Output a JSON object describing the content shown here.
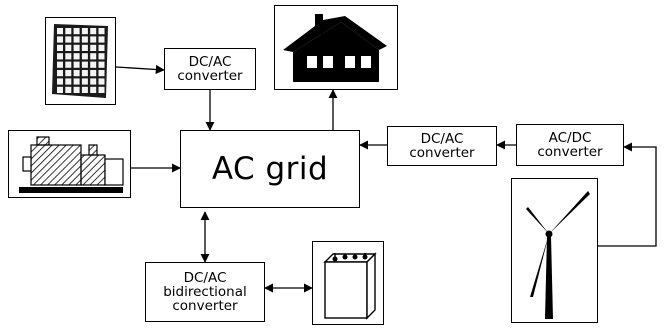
{
  "nodes": {
    "ac_grid": "AC grid",
    "pv_converter": [
      "DC/AC",
      "converter"
    ],
    "wind_dcac_converter": [
      "DC/AC",
      "converter"
    ],
    "wind_acdc_converter": [
      "AC/DC",
      "converter"
    ],
    "battery_converter": [
      "DC/AC",
      "bidirectional",
      "converter"
    ]
  },
  "icons": {
    "solar_panel": "solar-panel-icon",
    "house": "house-icon",
    "generator": "diesel-generator-icon",
    "battery": "battery-icon",
    "wind_turbine": "wind-turbine-icon"
  }
}
